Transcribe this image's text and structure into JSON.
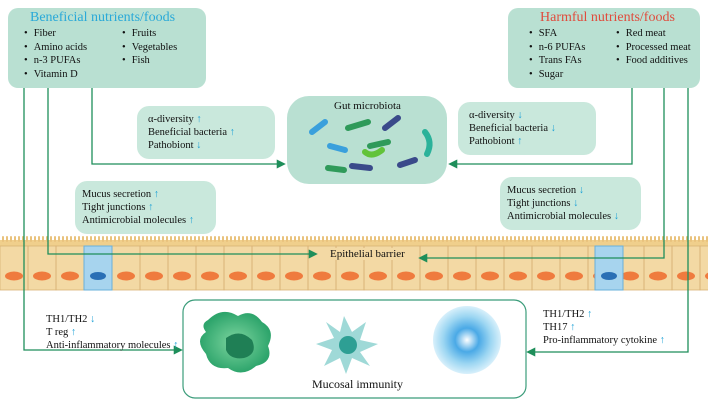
{
  "beneficial": {
    "title": "Beneficial nutrients/foods",
    "col1": [
      "Fiber",
      "Amino acids",
      "n-3 PUFAs",
      "Vitamin D"
    ],
    "col2": [
      "Fruits",
      "Vegetables",
      "Fish"
    ]
  },
  "harmful": {
    "title": "Harmful nutrients/foods",
    "col1": [
      "SFA",
      "n-6 PUFAs",
      "Trans FAs",
      "Sugar"
    ],
    "col2": [
      "Red meat",
      "Processed meat",
      "Food additives"
    ]
  },
  "gut_microbiota": {
    "title": "Gut microbiota"
  },
  "microbiota_left": [
    "α-diversity",
    "Beneficial bacteria",
    "Pathobiont"
  ],
  "microbiota_right": [
    "α-diversity",
    "Beneficial bacteria",
    "Pathobiont"
  ],
  "barrier_left": [
    "Mucus secretion",
    "Tight junctions",
    "Antimicrobial molecules"
  ],
  "barrier_right": [
    "Mucus secretion",
    "Tight junctions",
    "Antimicrobial molecules"
  ],
  "epithelial_barrier": "Epithelial barrier",
  "immunity_left": [
    "TH1/TH2",
    "T reg",
    "Anti-inflammatory molecules"
  ],
  "immunity_right": [
    "TH1/TH2",
    "TH17",
    "Pro-inflammatory cytokine"
  ],
  "mucosal_immunity": "Mucosal immunity",
  "arrows": {
    "up": "↑",
    "down": "↓"
  },
  "colors": {
    "box_fill": "#b9e0d2",
    "arrow": "#1e8e5a",
    "accent_arrow": "#1aa0d6",
    "epithelium": "#f3d9a4",
    "nucleus": "#ef7b3e"
  }
}
